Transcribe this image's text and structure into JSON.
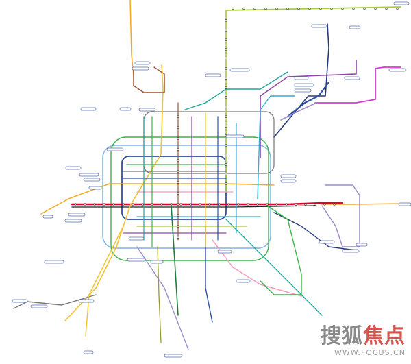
{
  "map": {
    "background": "#ffffff",
    "line_colors": {
      "red": "#e4002b",
      "yellow": "#f2c12e",
      "green": "#3bb34a",
      "dark_green": "#1f7a3c",
      "cyan": "#2ab0d6",
      "blue": "#2f4fa3",
      "light_blue": "#7fb2e5",
      "purple": "#8e44ad",
      "magenta": "#d63ad0",
      "pink": "#f29bc0",
      "orange": "#f5a623",
      "brown": "#a0522d",
      "teal": "#19a89d",
      "lime": "#a6cf3a",
      "gray": "#777777",
      "black": "#222222",
      "olive": "#9a9a2a",
      "lavender": "#9e8cc9",
      "navy": "#253a7a"
    }
  },
  "watermark": {
    "main_gray": "搜狐",
    "main_red": "焦点",
    "url": "WWW.FOCUS.CN"
  }
}
